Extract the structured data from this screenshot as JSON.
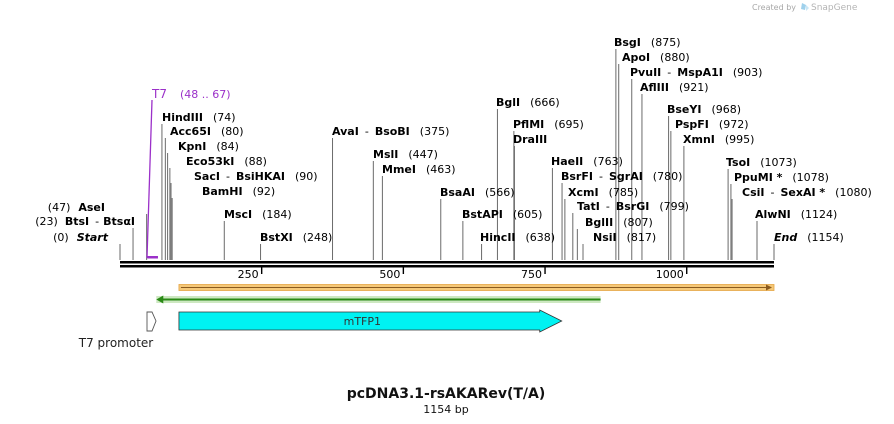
{
  "title": "pcDNA3.1-rsAKARev(T/A)",
  "length_label": "1154 bp",
  "credit": {
    "prefix": "Created by",
    "brand": "SnapGene"
  },
  "sequence_length": 1154,
  "ruler": {
    "ticks": [
      {
        "pos": 250,
        "label": "250"
      },
      {
        "pos": 500,
        "label": "500"
      },
      {
        "pos": 750,
        "label": "750"
      },
      {
        "pos": 1000,
        "label": "1000"
      }
    ]
  },
  "sites": [
    {
      "name": "Start",
      "pos_label": "(0)",
      "pos": 0,
      "style": "italic"
    },
    {
      "name": "BtsI",
      "name2": "BtsαI",
      "pos_label": "(23)",
      "pos": 23
    },
    {
      "name": "AseI",
      "pos_label": "(47)",
      "pos": 47
    },
    {
      "name": "HindIII",
      "pos_label": "(74)",
      "pos": 74
    },
    {
      "name": "Acc65I",
      "pos_label": "(80)",
      "pos": 80
    },
    {
      "name": "KpnI",
      "pos_label": "(84)",
      "pos": 84
    },
    {
      "name": "Eco53kI",
      "pos_label": "(88)",
      "pos": 88
    },
    {
      "name": "SacI",
      "name2": "BsiHKAI",
      "pos_label": "(90)",
      "pos": 90
    },
    {
      "name": "BamHI",
      "pos_label": "(92)",
      "pos": 92
    },
    {
      "name": "MscI",
      "pos_label": "(184)",
      "pos": 184
    },
    {
      "name": "BstXI",
      "pos_label": "(248)",
      "pos": 248
    },
    {
      "name": "AvaI",
      "name2": "BsoBI",
      "pos_label": "(375)",
      "pos": 375
    },
    {
      "name": "MslI",
      "pos_label": "(447)",
      "pos": 447
    },
    {
      "name": "MmeI",
      "pos_label": "(463)",
      "pos": 463
    },
    {
      "name": "BsaAI",
      "pos_label": "(566)",
      "pos": 566
    },
    {
      "name": "BstAPI",
      "pos_label": "(605)",
      "pos": 605
    },
    {
      "name": "HincII",
      "pos_label": "(638)",
      "pos": 638
    },
    {
      "name": "BglI",
      "pos_label": "(666)",
      "pos": 666
    },
    {
      "name": "PflMI",
      "pos_label": "(695)",
      "pos": 695
    },
    {
      "name": "DraIII",
      "pos_label": "",
      "pos": 696
    },
    {
      "name": "HaeII",
      "pos_label": "(763)",
      "pos": 763
    },
    {
      "name": "BsrFI",
      "name2": "SgrAI",
      "pos_label": "(780)",
      "pos": 780
    },
    {
      "name": "XcmI",
      "pos_label": "(785)",
      "pos": 785
    },
    {
      "name": "TatI",
      "name2": "BsrGI",
      "pos_label": "(799)",
      "pos": 799
    },
    {
      "name": "BglII",
      "pos_label": "(807)",
      "pos": 807
    },
    {
      "name": "NsiI",
      "pos_label": "(817)",
      "pos": 817
    },
    {
      "name": "BsgI",
      "pos_label": "(875)",
      "pos": 875
    },
    {
      "name": "ApoI",
      "pos_label": "(880)",
      "pos": 880
    },
    {
      "name": "PvuII",
      "name2": "MspA1I",
      "pos_label": "(903)",
      "pos": 903
    },
    {
      "name": "AflIII",
      "pos_label": "(921)",
      "pos": 921
    },
    {
      "name": "BseYI",
      "pos_label": "(968)",
      "pos": 968
    },
    {
      "name": "PspFI",
      "pos_label": "(972)",
      "pos": 972
    },
    {
      "name": "XmnI",
      "pos_label": "(995)",
      "pos": 995
    },
    {
      "name": "TsoI",
      "pos_label": "(1073)",
      "pos": 1073
    },
    {
      "name": "PpuMI *",
      "pos_label": "(1078)",
      "pos": 1078
    },
    {
      "name": "CsiI",
      "name2": "SexAI *",
      "pos_label": "(1080)",
      "pos": 1080
    },
    {
      "name": "AlwNI",
      "pos_label": "(1124)",
      "pos": 1124
    },
    {
      "name": "End",
      "pos_label": "(1154)",
      "pos": 1154,
      "style": "italic"
    }
  ],
  "primer": {
    "name": "T7",
    "range_label": "(48 .. 67)",
    "start": 48,
    "end": 67,
    "color": "#9b30c9"
  },
  "features": [
    {
      "name": "mTFP1",
      "start": 104,
      "end": 1000,
      "type": "cds",
      "color": "#00f2f2"
    },
    {
      "name": "T7 promoter",
      "start": 46,
      "end": 64,
      "type": "promoter"
    }
  ],
  "tracks": {
    "orange_bar": {
      "start": 104,
      "end": 1154,
      "color": "#f5c878",
      "edge": "#8a5a1e"
    },
    "green_arrow": {
      "start": 64,
      "end": 848,
      "color": "#2a8a16",
      "fill": "#cde8c1"
    }
  }
}
